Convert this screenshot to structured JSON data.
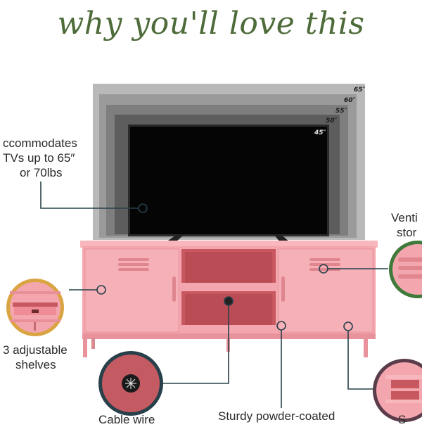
{
  "headline": "why you'll love this",
  "tv_sizes": [
    "65″",
    "60″",
    "55″",
    "50″",
    "45″"
  ],
  "callouts": {
    "tv_capacity": [
      "ccommodates",
      "TVs up to 65″",
      "or 70lbs"
    ],
    "ventilated": [
      "Venti",
      "stor"
    ],
    "shelves": [
      "3 adjustable",
      "shelves"
    ],
    "cable": "Cable wire",
    "finish": "Sturdy powder-coated",
    "storage_extra": "S"
  },
  "colors": {
    "headline": "#4e6b3a",
    "cabinet": "#f4a6ae",
    "cabinet_dark": "#d87e86",
    "tv": "#050505",
    "circle_gold": "#d9a441",
    "circle_green": "#3f7a3a",
    "circle_maroon": "#5a3c4a",
    "leader_line": "#27404a"
  }
}
